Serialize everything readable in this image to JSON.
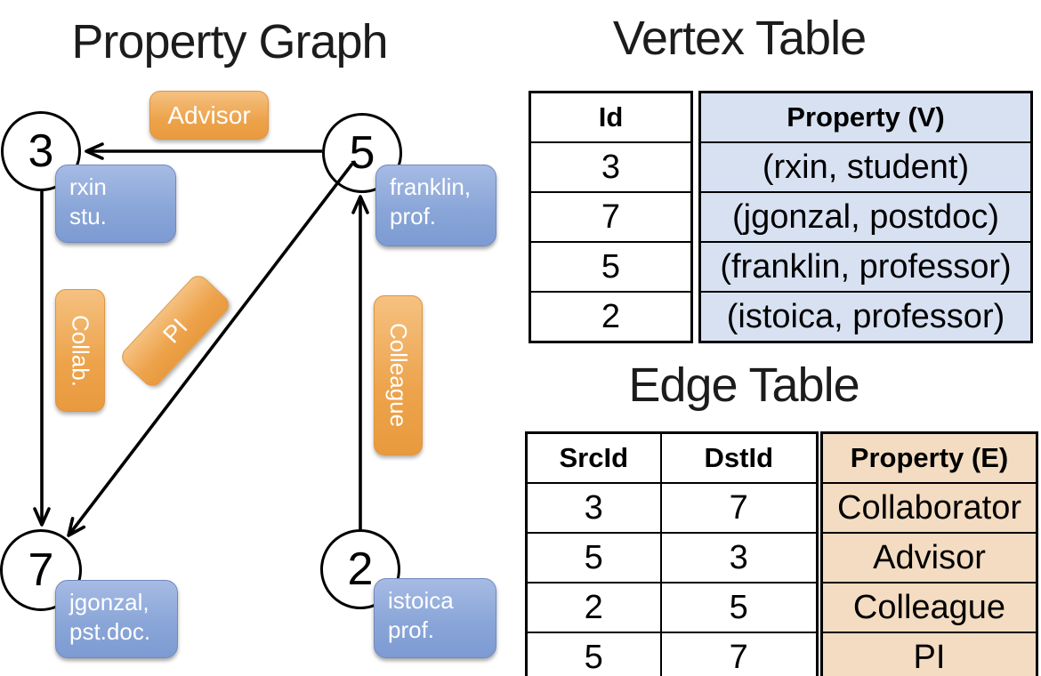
{
  "graph": {
    "title": "Property Graph",
    "nodes": [
      {
        "id": "3",
        "property_line1": "rxin",
        "property_line2": "stu."
      },
      {
        "id": "5",
        "property_line1": "franklin,",
        "property_line2": "prof."
      },
      {
        "id": "7",
        "property_line1": "jgonzal,",
        "property_line2": "pst.doc."
      },
      {
        "id": "2",
        "property_line1": "istoica",
        "property_line2": "prof."
      }
    ],
    "edge_labels": [
      {
        "label": "Advisor"
      },
      {
        "label": "Collab."
      },
      {
        "label": "PI"
      },
      {
        "label": "Colleague"
      }
    ]
  },
  "vertex_table": {
    "title": "Vertex Table",
    "columns": [
      "Id",
      "Property (V)"
    ],
    "rows": [
      [
        "3",
        "(rxin, student)"
      ],
      [
        "7",
        "(jgonzal, postdoc)"
      ],
      [
        "5",
        "(franklin, professor)"
      ],
      [
        "2",
        "(istoica, professor)"
      ]
    ]
  },
  "edge_table": {
    "title": "Edge Table",
    "columns": [
      "SrcId",
      "DstId",
      "Property (E)"
    ],
    "rows": [
      [
        "3",
        "7",
        "Collaborator"
      ],
      [
        "5",
        "3",
        "Advisor"
      ],
      [
        "2",
        "5",
        "Colleague"
      ],
      [
        "5",
        "7",
        "PI"
      ]
    ]
  },
  "colors": {
    "vertex_box_blue": "#7d9bd3",
    "edge_box_orange": "#eda34b",
    "vertex_cell_blue": "#d8e1f2",
    "edge_cell_tan": "#f3dcc1",
    "line_black": "#000000",
    "text_white": "#ffffff"
  }
}
